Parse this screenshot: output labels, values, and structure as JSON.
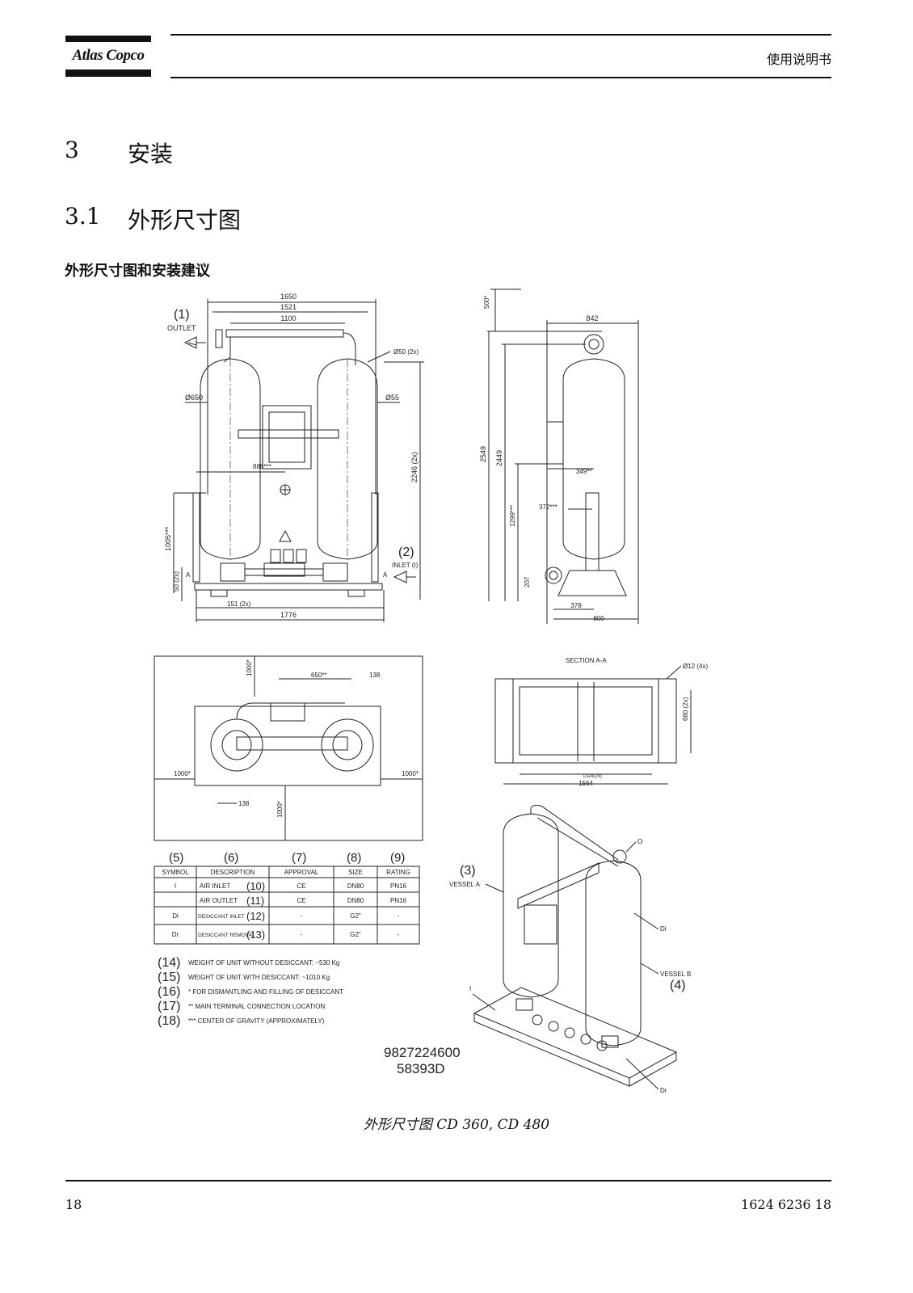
{
  "header": {
    "brand": "Atlas Copco",
    "doc_type": "使用说明书"
  },
  "section": {
    "number": "3",
    "title": "安装"
  },
  "subsection": {
    "number": "3.1",
    "title": "外形尺寸图"
  },
  "subheading": "外形尺寸图和安装建议",
  "front_view": {
    "callout_outlet_num": "(1)",
    "callout_outlet": "OUTLET",
    "callout_inlet_num": "(2)",
    "callout_inlet": "INLET (I)",
    "dims": {
      "width_1650": "1650",
      "width_1521": "1521",
      "width_1100": "1100",
      "dia_50": "Ø50 (2x)",
      "dia_650": "Ø650",
      "dia_55": "Ø55",
      "cog_888": "888***",
      "height_2246": "2246 (2x)",
      "height_1005": "1005***",
      "height_50": "50 (2x)",
      "foot_151": "151 (2x)",
      "width_1776": "1776",
      "section_mark": "A"
    }
  },
  "side_view": {
    "dims": {
      "top_500": "500*",
      "width_842": "842",
      "height_2549": "2549",
      "height_2449": "2449",
      "offset_349": "349**",
      "offset_372": "372***",
      "height_1299": "1299***",
      "height_207": "207",
      "width_378": "378",
      "width_800": "800"
    }
  },
  "top_view": {
    "dims": {
      "top_1000": "1000*",
      "offset_650": "650**",
      "offset_138_top": "138",
      "left_1000": "1000*",
      "right_1000": "1000*",
      "offset_138_bottom": "138",
      "bottom_1000": "1000*"
    }
  },
  "section_view": {
    "title": "SECTION A-A",
    "dia_12": "Ø12 (4x)",
    "height_680": "680 (2x)",
    "width_1324": "1324(2x)",
    "width_1564": "1564"
  },
  "table": {
    "col_numbers": [
      "(5)",
      "(6)",
      "(7)",
      "(8)",
      "(9)"
    ],
    "headers": [
      "SYMBOL",
      "DESCRIPTION",
      "APPROVAL",
      "SIZE",
      "RATING"
    ],
    "rows": [
      {
        "symbol": "I",
        "desc": "AIR INLET",
        "ref": "(10)",
        "approval": "CE",
        "size": "DN80",
        "rating": "PN16"
      },
      {
        "symbol": "",
        "desc": "AIR OUTLET",
        "ref": "(11)",
        "approval": "CE",
        "size": "DN80",
        "rating": "PN16"
      },
      {
        "symbol": "Di",
        "desc": "DESICCANT INLET",
        "ref": "(12)",
        "approval": "-",
        "size": "G2\"",
        "rating": "-"
      },
      {
        "symbol": "Dr",
        "desc": "DESICCANT REMOVAL",
        "ref": "(13)",
        "approval": "-",
        "size": "G2\"",
        "rating": "-"
      }
    ]
  },
  "notes": [
    {
      "num": "(14)",
      "text": "WEIGHT OF UNIT WITHOUT DESICCANT: ~530 Kg"
    },
    {
      "num": "(15)",
      "text": "WEIGHT OF UNIT WITH DESICCANT:     ~1010 Kg"
    },
    {
      "num": "(16)",
      "text": "*     FOR DISMANTLING AND FILLING OF DESICCANT"
    },
    {
      "num": "(17)",
      "text": "**    MAIN TERMINAL CONNECTION LOCATION"
    },
    {
      "num": "(18)",
      "text": "***   CENTER OF GRAVITY (APPROXIMATELY)"
    }
  ],
  "iso_view": {
    "vessel_a_num": "(3)",
    "vessel_a": "VESSEL A",
    "vessel_b": "VESSEL B",
    "vessel_b_num": "(4)",
    "label_o": "O",
    "label_di": "Di",
    "label_i": "I",
    "label_dr": "Dr"
  },
  "drawing_numbers": [
    "9827224600",
    "58393D"
  ],
  "caption": "外形尺寸图 CD 360, CD 480",
  "footer": {
    "page": "18",
    "doc_number": "1624 6236 18"
  }
}
